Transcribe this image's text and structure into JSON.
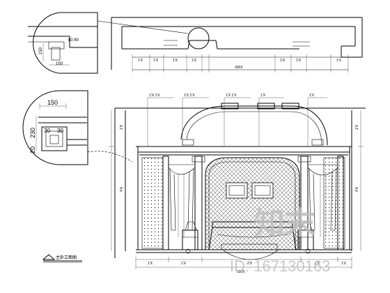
{
  "detail_top": {
    "dim_80_80": "80 80",
    "dim_150_side": "150",
    "dim_150_bottom": "150"
  },
  "detail_mid": {
    "dim_top": "150",
    "dim_230": "230",
    "dim_20": "20",
    "dim_30_a": "30",
    "dim_30_b": "30"
  },
  "plan_dims": {
    "segments": [
      "1'X",
      "1'X",
      "1'X",
      "1'X",
      "1'X",
      "1'X",
      "1'X"
    ],
    "total": "300X"
  },
  "elevation_labels": {
    "tags": [
      "1'X 1'X",
      "1'X 1'X",
      "1'X 1'X",
      "1'X",
      "1'X"
    ],
    "left_side": [
      "1'X",
      "4'X"
    ],
    "right_side": [
      "1'X",
      "4'X"
    ],
    "bottom_segments": [
      "1'X",
      "1'X",
      "2'X",
      "1'X",
      "1'X"
    ],
    "bottom_total": "300X"
  },
  "caption": "主卧立面图",
  "watermark": {
    "brand": "知末",
    "id": "ID: 167130163"
  }
}
